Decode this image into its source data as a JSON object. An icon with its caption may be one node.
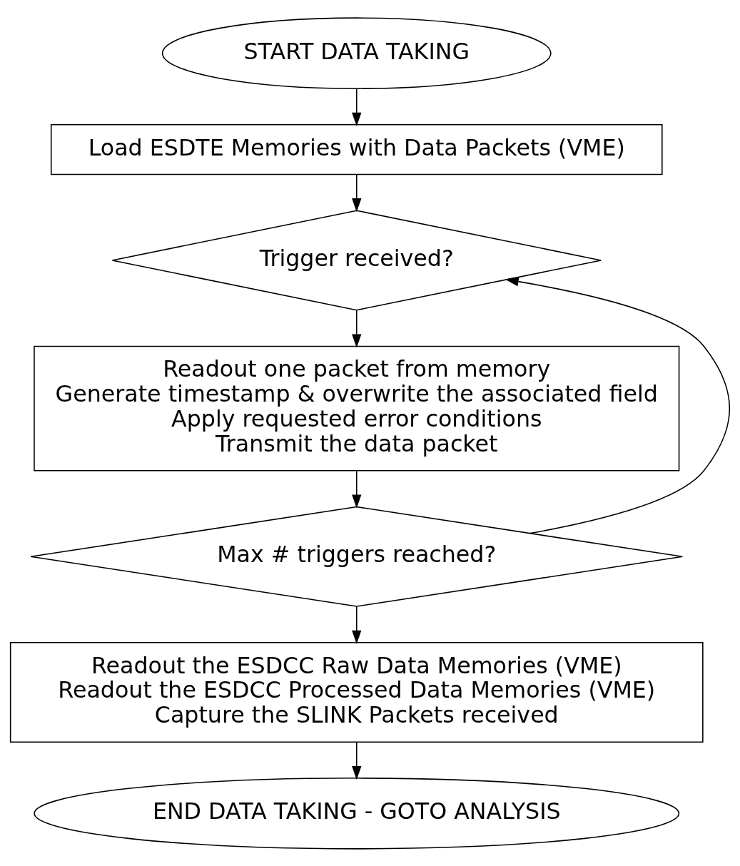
{
  "diagram": {
    "nodes": [
      {
        "text": [
          "START DATA TAKING"
        ]
      },
      {
        "text": [
          "Load ESDTE Memories with Data Packets (VME)"
        ]
      },
      {
        "text": [
          "Trigger received?"
        ]
      },
      {
        "text": [
          "Readout one packet from memory",
          "Generate timestamp & overwrite the associated field",
          "Apply requested error conditions",
          "Transmit the data packet"
        ]
      },
      {
        "text": [
          "Max # triggers reached?"
        ]
      },
      {
        "text": [
          "Readout the ESDCC Raw Data Memories (VME)",
          "Readout the ESDCC Processed Data Memories (VME)",
          "Capture the SLINK Packets received"
        ]
      },
      {
        "text": [
          "END DATA TAKING - GOTO ANALYSIS"
        ]
      }
    ],
    "edges": [
      {
        "from": 0,
        "to": 1,
        "arrow": "to"
      },
      {
        "from": 1,
        "to": 2,
        "arrow": "to"
      },
      {
        "from": 2,
        "to": 3,
        "arrow": "to"
      },
      {
        "from": 3,
        "to": 4,
        "arrow": "to"
      },
      {
        "from": 4,
        "to": 2,
        "arrow": "to"
      },
      {
        "from": 4,
        "to": 5,
        "arrow": "to"
      },
      {
        "from": 5,
        "to": 6,
        "arrow": "to"
      }
    ]
  }
}
